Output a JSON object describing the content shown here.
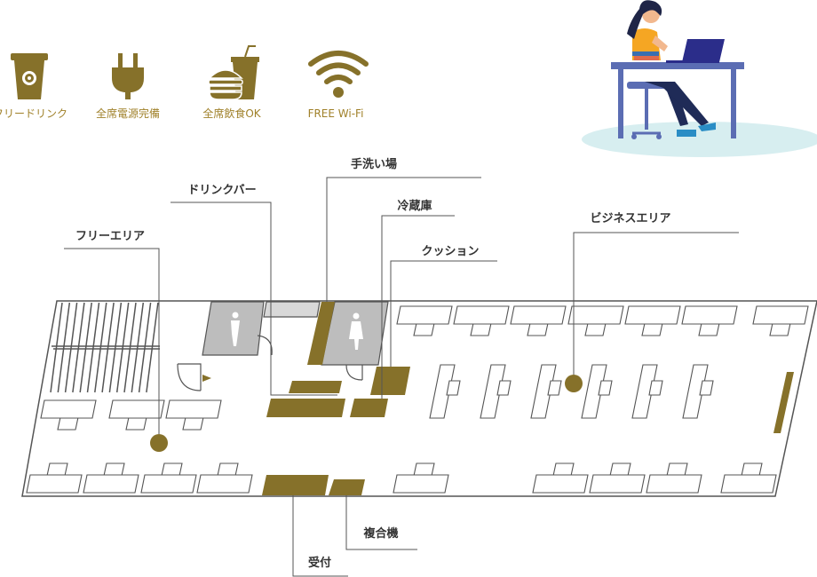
{
  "colors": {
    "gold": "#86712a",
    "gold_light": "#a0812a",
    "wall": "#555555",
    "restroom": "#bdbdbd",
    "desk_fill": "#ffffff",
    "desk_stroke": "#555555",
    "marker": "#86712a",
    "person_shirt": "#f5a623",
    "person_pants": "#1f2b57",
    "person_hair": "#1f2547",
    "desk_blue": "#5b6db3",
    "shadow_teal": "#d7eef0",
    "laptop": "#2b2d8a"
  },
  "amenities": [
    {
      "label": "フリードリンク",
      "icon": "coffee-cup-icon"
    },
    {
      "label": "全席電源完備",
      "icon": "power-plug-icon"
    },
    {
      "label": "全席飲食OK",
      "icon": "burger-drink-icon"
    },
    {
      "label": "FREE Wi-Fi",
      "icon": "wifi-icon"
    }
  ],
  "callouts": {
    "hand_wash": "手洗い場",
    "drink_bar": "ドリンクバー",
    "fridge": "冷蔵庫",
    "cushion": "クッション",
    "free_area": "フリーエリア",
    "business_area": "ビジネスエリア",
    "copier": "複合機",
    "reception": "受付"
  }
}
